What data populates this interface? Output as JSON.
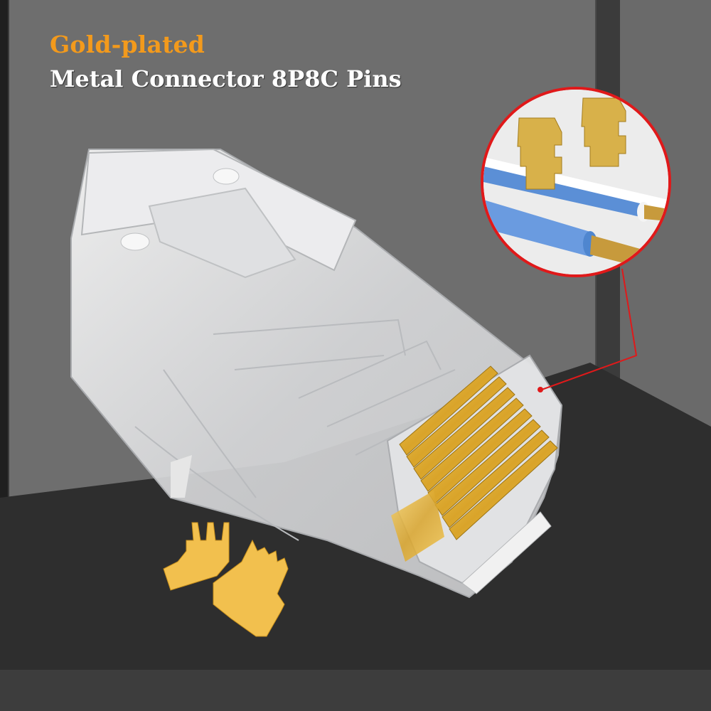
{
  "headline": {
    "line1": "Gold-plated",
    "line2": "Metal  Connector 8P8C Pins"
  },
  "colors": {
    "accent_orange": "#f39a1c",
    "headline_white": "#ffffff",
    "callout_border": "#e0191a",
    "gold": "#e6b53a",
    "wall": "#6e6e6e",
    "floor": "#2e2e2e"
  },
  "product": {
    "name": "RJ45 connector",
    "pins": 8,
    "callout": "zoomed pin piercing wire insulation"
  }
}
